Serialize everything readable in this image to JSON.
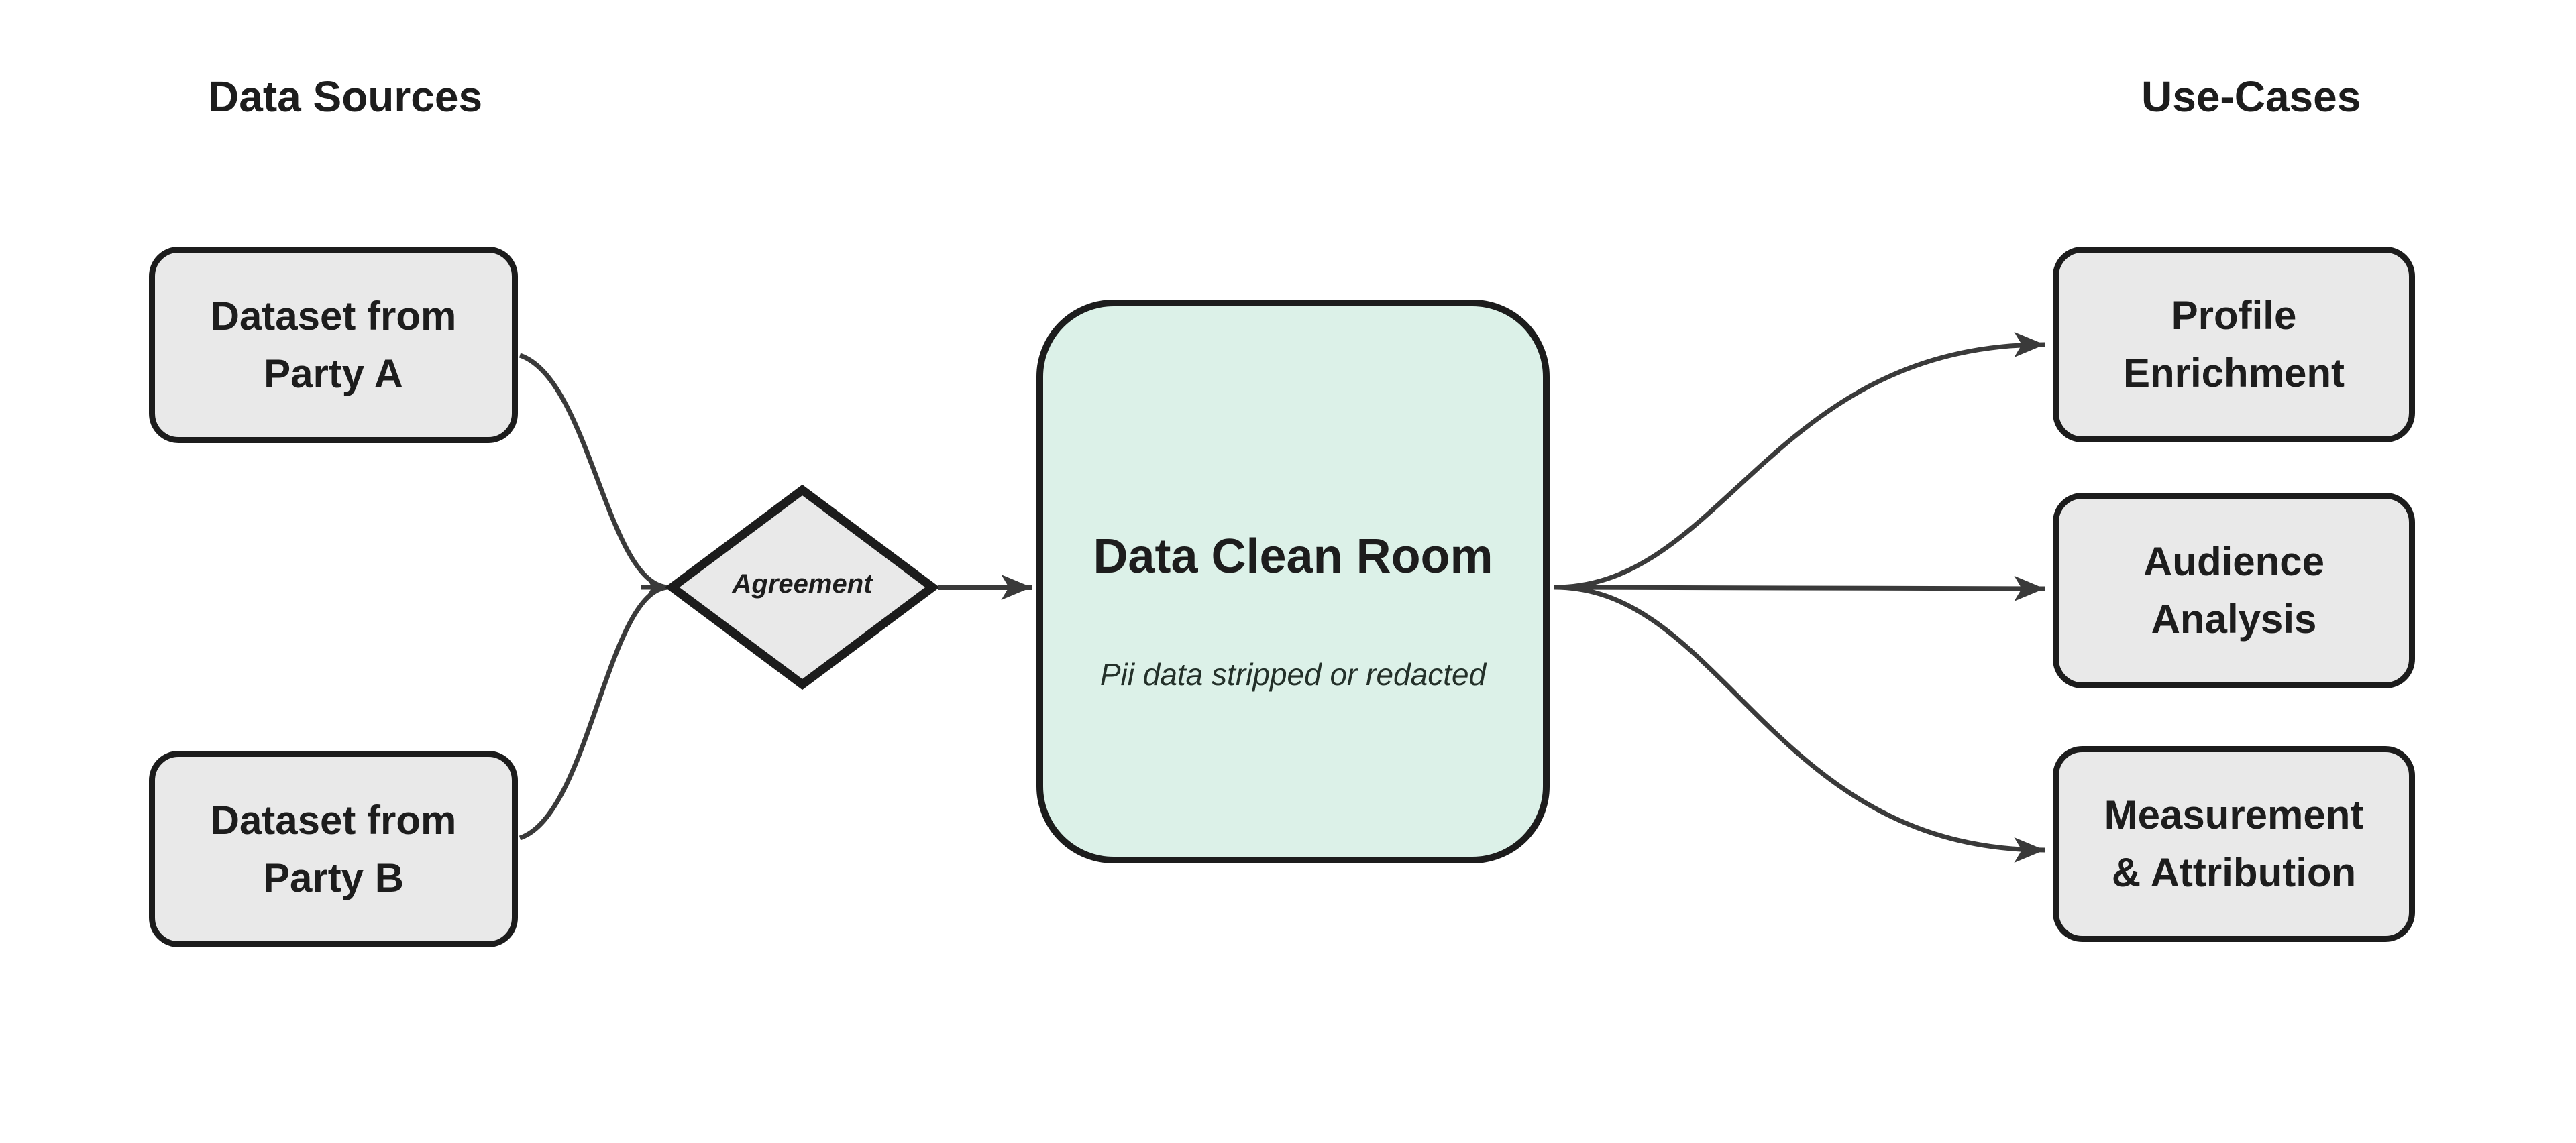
{
  "headings": {
    "data_sources": "Data Sources",
    "use_cases": "Use-Cases"
  },
  "nodes": {
    "party_a": {
      "label": "Dataset from Party A"
    },
    "party_b": {
      "label": "Dataset from Party B"
    },
    "agreement": {
      "label": "Agreement"
    },
    "clean_room": {
      "title": "Data Clean Room",
      "subtitle": "Pii data stripped or redacted"
    },
    "profile_enrichment": {
      "label": "Profile Enrichment"
    },
    "audience_analysis": {
      "label": "Audience Analysis"
    },
    "measurement_attribution": {
      "label": "Measurement & Attribution"
    }
  },
  "colors": {
    "node_fill": "#e9e9e9",
    "clean_room_fill": "#dcf1e8",
    "border": "#1c1c1c",
    "connector": "#3a3a3a",
    "text": "#1d1d1d"
  }
}
